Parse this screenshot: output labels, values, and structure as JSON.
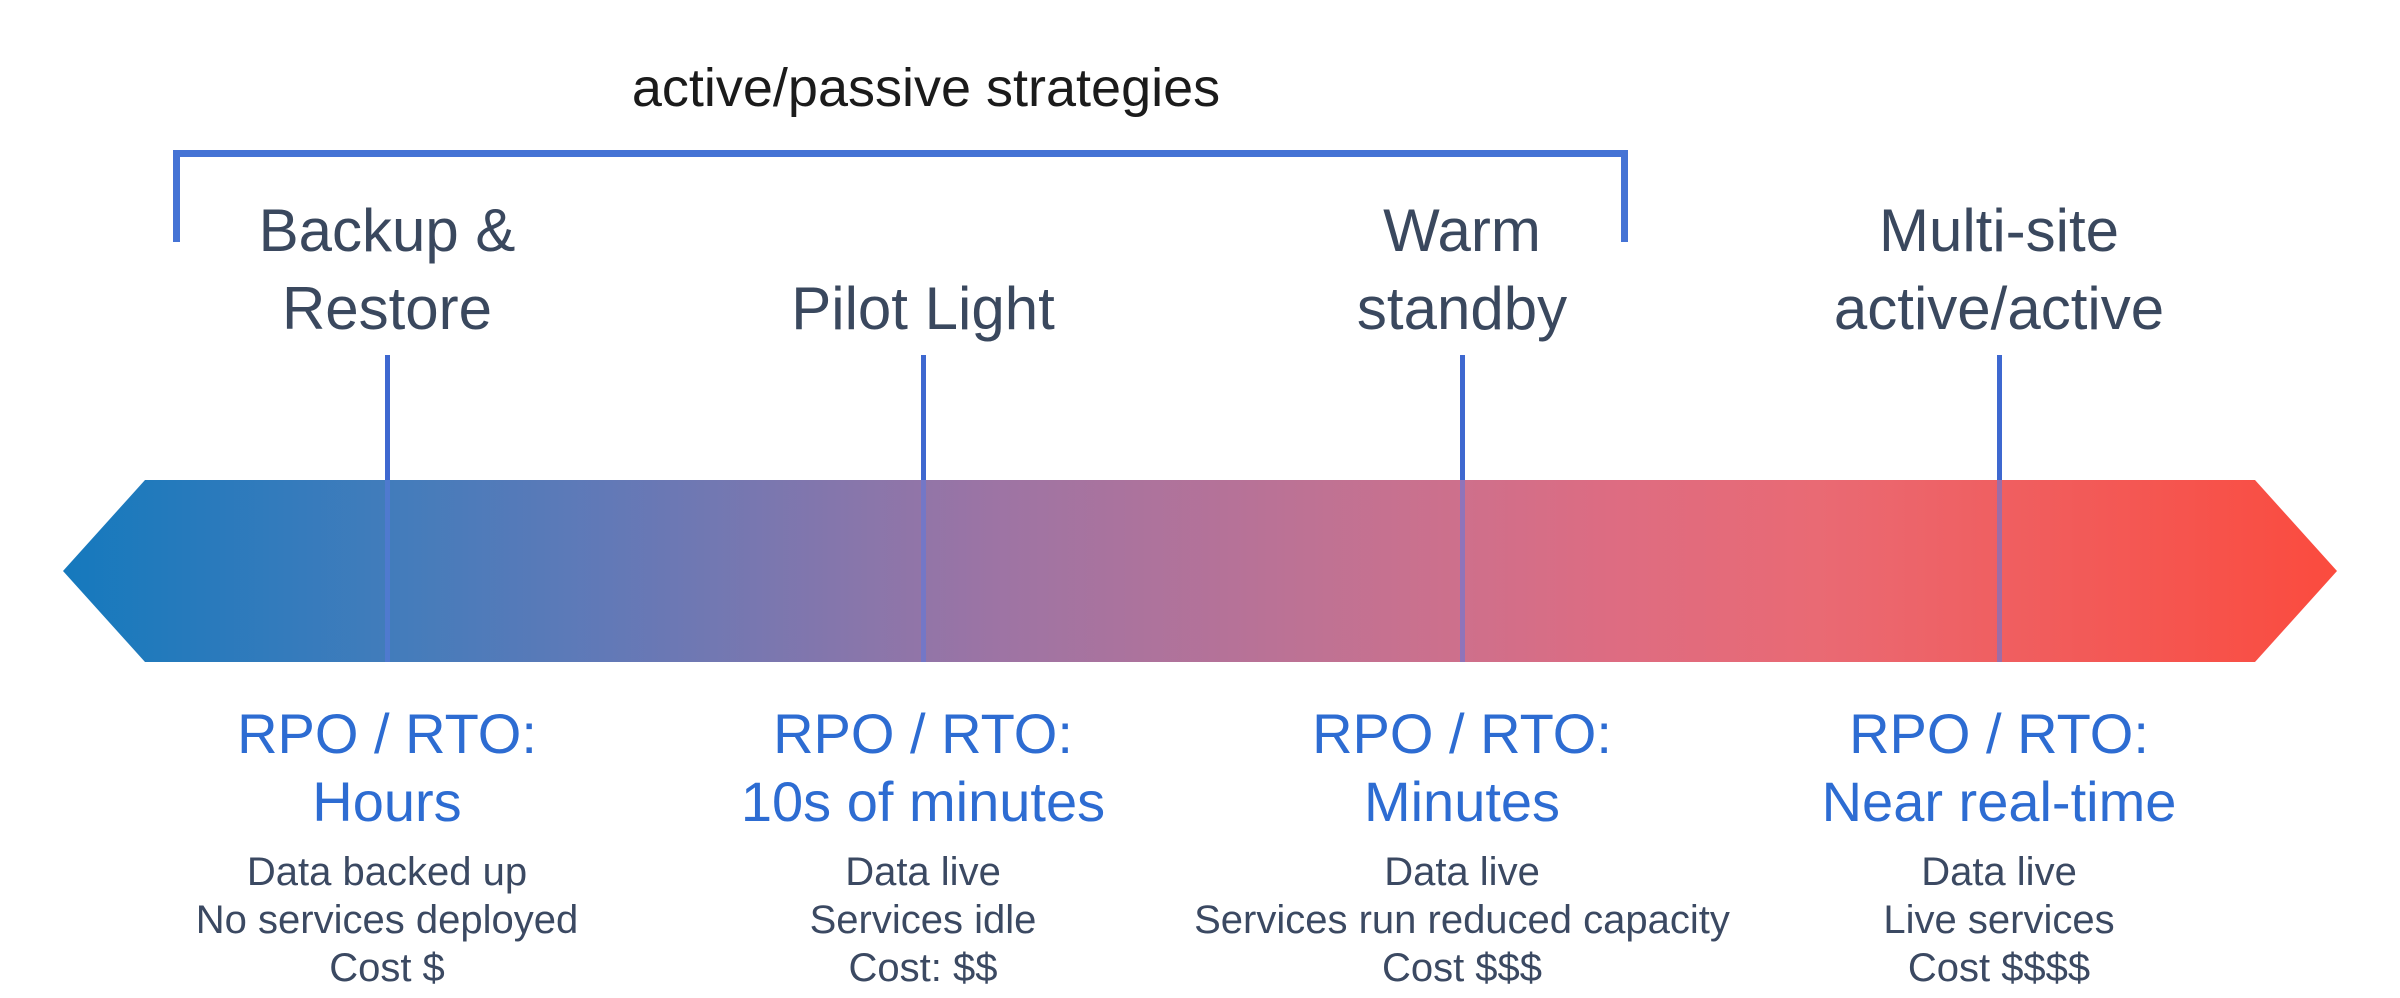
{
  "header": {
    "label": "active/passive strategies"
  },
  "colors": {
    "gradient_left_blue": "#1579bd",
    "gradient_mid_purple": "#9d74a4",
    "gradient_pink": "#c8718f",
    "gradient_right_red": "#fb4b3e",
    "bracket_blue": "#4573d5",
    "connector_blue": "#3e68d0",
    "rpo_heading_blue": "#2d6cd2",
    "title_dark_slate": "#3a485e",
    "body_dark_slate": "#3b4962",
    "top_label_black": "#1b1b1b"
  },
  "strategies": [
    {
      "title": "Backup &\nRestore",
      "rpo_label": "RPO / RTO:",
      "rpo_value": "Hours",
      "details": [
        "Data backed up",
        "No services deployed",
        "Cost $"
      ]
    },
    {
      "title": "Pilot Light",
      "rpo_label": "RPO / RTO:",
      "rpo_value": "10s of minutes",
      "details": [
        "Data live",
        "Services idle",
        "Cost: $$"
      ]
    },
    {
      "title": "Warm\nstandby",
      "rpo_label": "RPO / RTO:",
      "rpo_value": "Minutes",
      "details": [
        "Data live",
        "Services run reduced capacity",
        "Cost $$$"
      ]
    },
    {
      "title": "Multi-site\nactive/active",
      "rpo_label": "RPO / RTO:",
      "rpo_value": "Near real-time",
      "details": [
        "Data live",
        "Live services",
        "Cost $$$$"
      ]
    }
  ]
}
